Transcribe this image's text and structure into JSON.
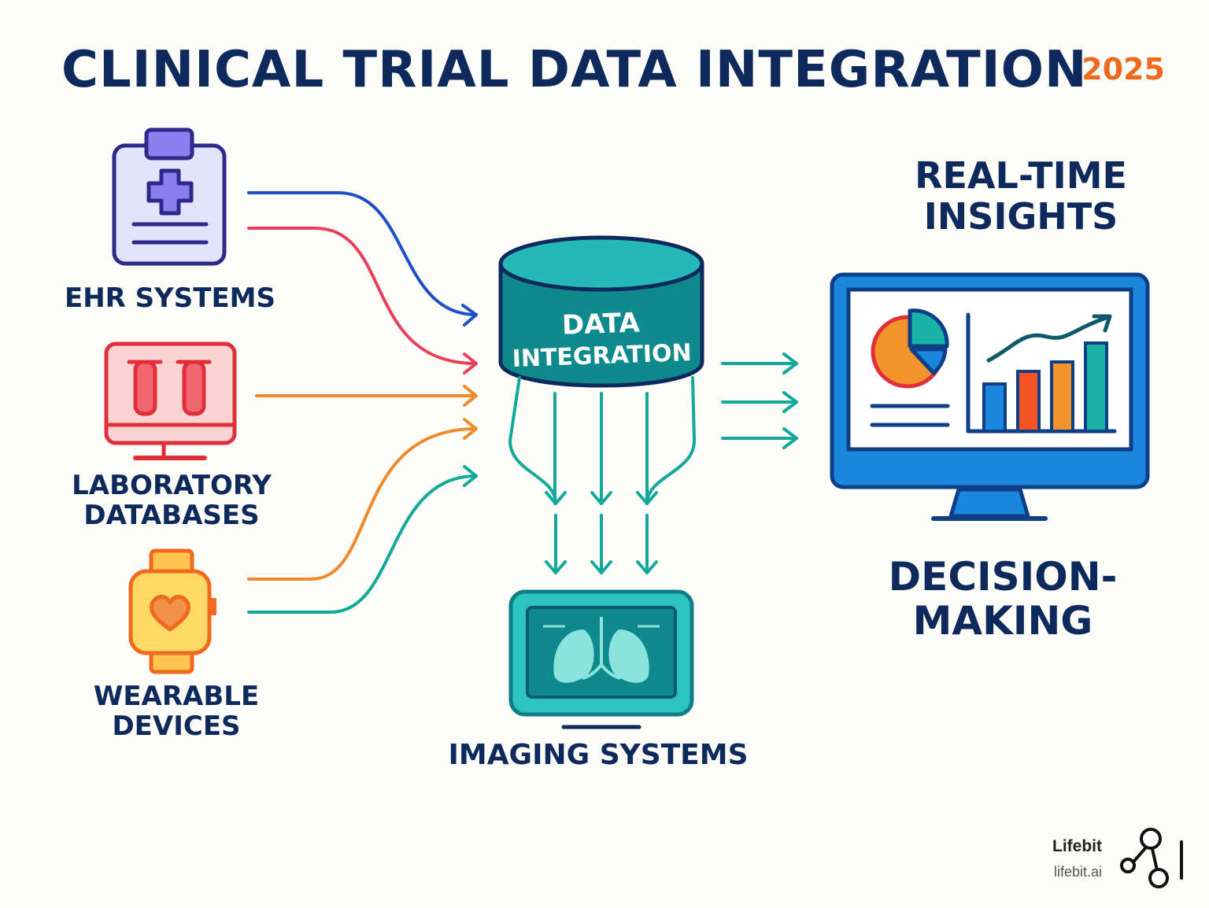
{
  "header": {
    "title": "CLINICAL TRIAL DATA INTEGRATION",
    "year": "2025"
  },
  "sources": {
    "ehr": "EHR SYSTEMS",
    "lab_line1": "LABORATORY",
    "lab_line2": "DATABASES",
    "wear_line1": "WEARABLE",
    "wear_line2": "DEVICES"
  },
  "hub": {
    "line1": "DATA",
    "line2": "INTEGRATION"
  },
  "imaging": "IMAGING SYSTEMS",
  "outputs": {
    "insights_line1": "REAL-TIME",
    "insights_line2": "INSIGHTS",
    "decision_line1": "DECISION-",
    "decision_line2": "MAKING"
  },
  "brand": {
    "name": "Lifebit",
    "url": "lifebit.ai"
  },
  "colors": {
    "navy": "#0e2a5c",
    "orange": "#ef6a1f",
    "teal": "#13a99a",
    "blue": "#1f4fc7",
    "red": "#e8405a",
    "hub_teal": "#0f7e86"
  },
  "icons": [
    "clipboard-medical-icon",
    "lab-monitor-icon",
    "smartwatch-heart-icon",
    "database-cylinder-icon",
    "xray-monitor-icon",
    "dashboard-monitor-icon",
    "lifebit-logo-icon"
  ]
}
